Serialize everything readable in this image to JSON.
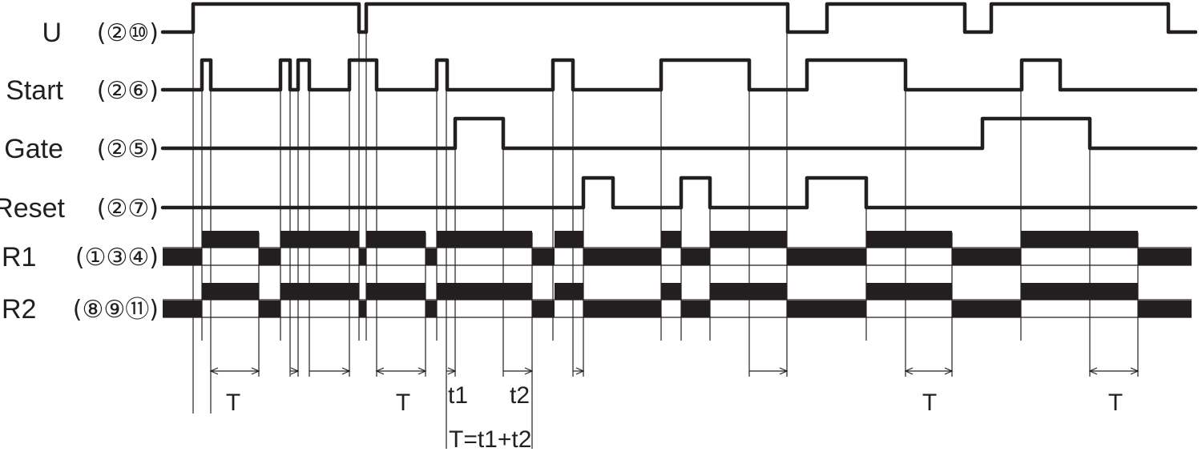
{
  "signals": [
    {
      "name": "U",
      "terminals": "(②⑩)",
      "kind": "line"
    },
    {
      "name": "Start",
      "terminals": "(②⑥)",
      "kind": "line"
    },
    {
      "name": "Gate",
      "terminals": "(②⑤)",
      "kind": "line"
    },
    {
      "name": "Reset",
      "terminals": "(②⑦)",
      "kind": "line"
    },
    {
      "name": "R1",
      "terminals": "(①③④)",
      "kind": "relay"
    },
    {
      "name": "R2",
      "terminals": "(⑧⑨⑪)",
      "kind": "relay"
    }
  ],
  "dimensions": {
    "T": "T",
    "t1": "t1",
    "t2": "t2",
    "formula": "T=t1+t2"
  },
  "colors": {
    "ink": "#231f20",
    "background": "#ffffff"
  }
}
